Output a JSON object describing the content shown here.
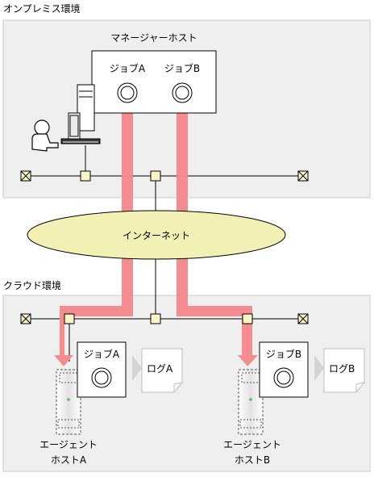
{
  "onprem": {
    "title": "オンプレミス環境"
  },
  "manager": {
    "title": "マネージャーホスト",
    "job_a": "ジョブA",
    "job_b": "ジョブB"
  },
  "internet": {
    "label": "インターネット"
  },
  "cloud": {
    "title": "クラウド環境"
  },
  "agent_a": {
    "job": "ジョブA",
    "log": "ログA",
    "name_line1": "エージェント",
    "name_line2": "ホストA"
  },
  "agent_b": {
    "job": "ジョブB",
    "log": "ログB",
    "name_line1": "エージェント",
    "name_line2": "ホストB"
  },
  "colors": {
    "region_fill": "#efeff0",
    "region_stroke": "#c8c8c8",
    "flow": "#f4888c",
    "internet_fill": "#f2f0b4",
    "node_fill": "#f8f3c8",
    "terminal_fill": "#f8f3c8"
  }
}
